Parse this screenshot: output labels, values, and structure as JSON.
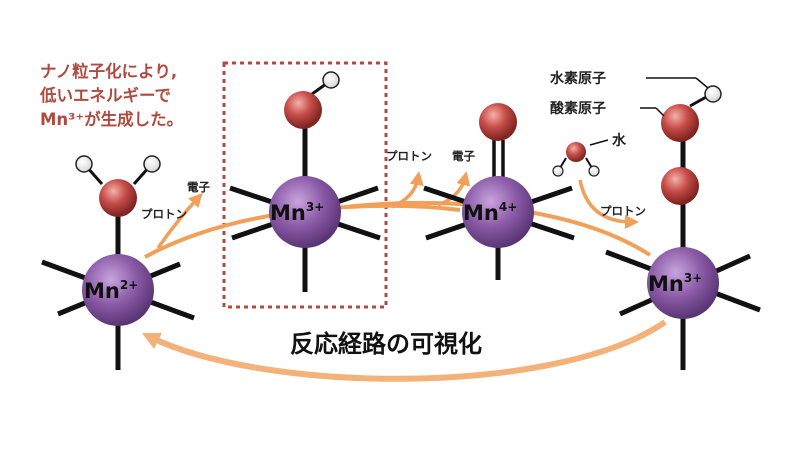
{
  "note": {
    "line1": "ナノ粒子化により,",
    "line2": "低いエネルギーで",
    "line3": "Mn³⁺が生成した。"
  },
  "ions": {
    "mn2": {
      "base": "Mn",
      "charge": "2+"
    },
    "mn3_box": {
      "base": "Mn",
      "charge": "3+"
    },
    "mn4": {
      "base": "Mn",
      "charge": "4+"
    },
    "mn3_right": {
      "base": "Mn",
      "charge": "3+"
    }
  },
  "labels": {
    "proton_1": "プロトン",
    "electron_1": "電子",
    "proton_2": "プロトン",
    "electron_2": "電子",
    "proton_3": "プロトン",
    "water": "水",
    "hydrogen_atom": "水素原子",
    "oxygen_atom": "酸素原子"
  },
  "title": "反応経路の可視化",
  "colors": {
    "manganese": "#8a5aa6",
    "oxygen": "#c64c48",
    "hydrogen": "#ffffff",
    "arrow": "#f0a058",
    "box": "#b04a3f",
    "note_text": "#b04a3f"
  }
}
